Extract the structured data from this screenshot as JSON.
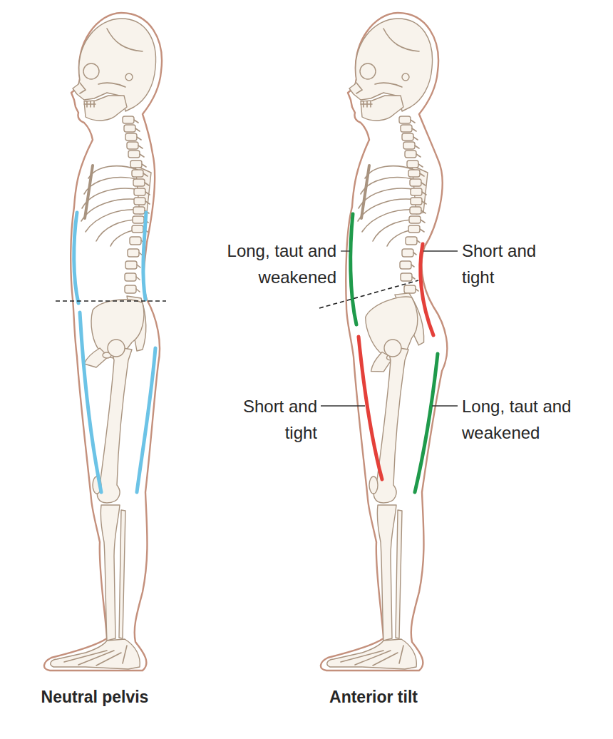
{
  "diagram": {
    "labels": [
      "Long, taut and weakened",
      "Short and tight",
      "Short and tight",
      "Long, taut and weakened",
      "Neutral pelvis",
      "Anterior tilt"
    ]
  }
}
